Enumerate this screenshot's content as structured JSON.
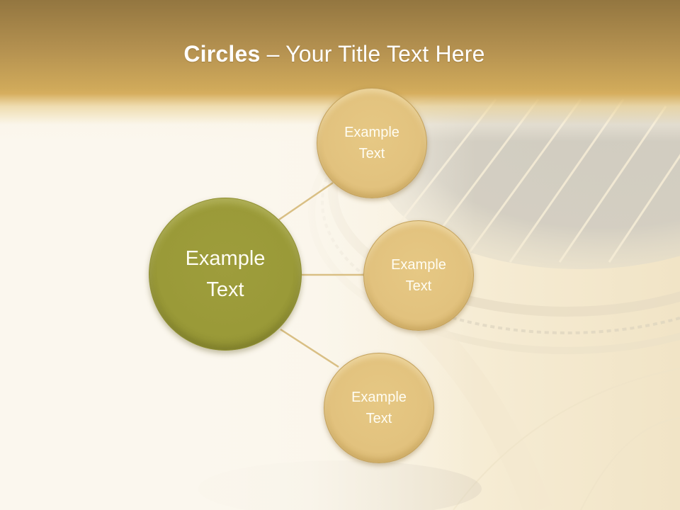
{
  "slide": {
    "title": {
      "bold_part": "Circles",
      "separator": " – ",
      "regular_part": "Your Title Text Here"
    },
    "colors": {
      "header_top": "#937640",
      "header_bottom": "#d6ae5e",
      "main_circle": "#9a9a38",
      "sub_circle": "#e2c27e",
      "connector": "#d8bd82",
      "text": "#ffffff"
    },
    "diagram": {
      "center_node": {
        "line1": "Example",
        "line2": "Text"
      },
      "child_nodes": [
        {
          "line1": "Example",
          "line2": "Text"
        },
        {
          "line1": "Example",
          "line2": "Text"
        },
        {
          "line1": "Example",
          "line2": "Text"
        }
      ]
    }
  }
}
